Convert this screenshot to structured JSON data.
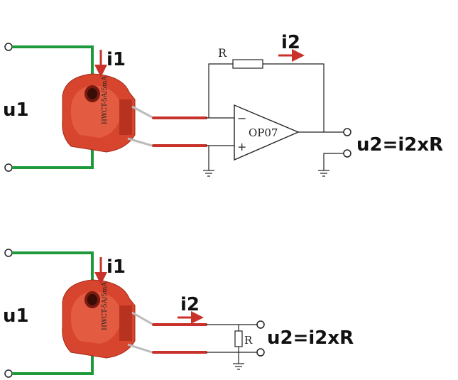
{
  "colors": {
    "core_body": "#d8452e",
    "core_dark": "#b8331f",
    "core_light": "#e86a4f",
    "primary_wire": "#1e9a3c",
    "secondary_wire": "#c8322a",
    "arrow": "#c8322a"
  },
  "top_circuit": {
    "input_label": "u1",
    "primary_current_label": "i1",
    "feedback_current_label": "i2",
    "resistor_label": "R",
    "opamp_label": "OP07",
    "inverting_sign": "−",
    "noninverting_sign": "+",
    "output_label": "u2=i2xR",
    "sensor_marking": "HWCT-5A/5mA"
  },
  "bottom_circuit": {
    "input_label": "u1",
    "primary_current_label": "i1",
    "secondary_current_label": "i2",
    "resistor_label": "R",
    "output_label": "u2=i2xR",
    "sensor_marking": "HWCT-5A/5mA"
  }
}
